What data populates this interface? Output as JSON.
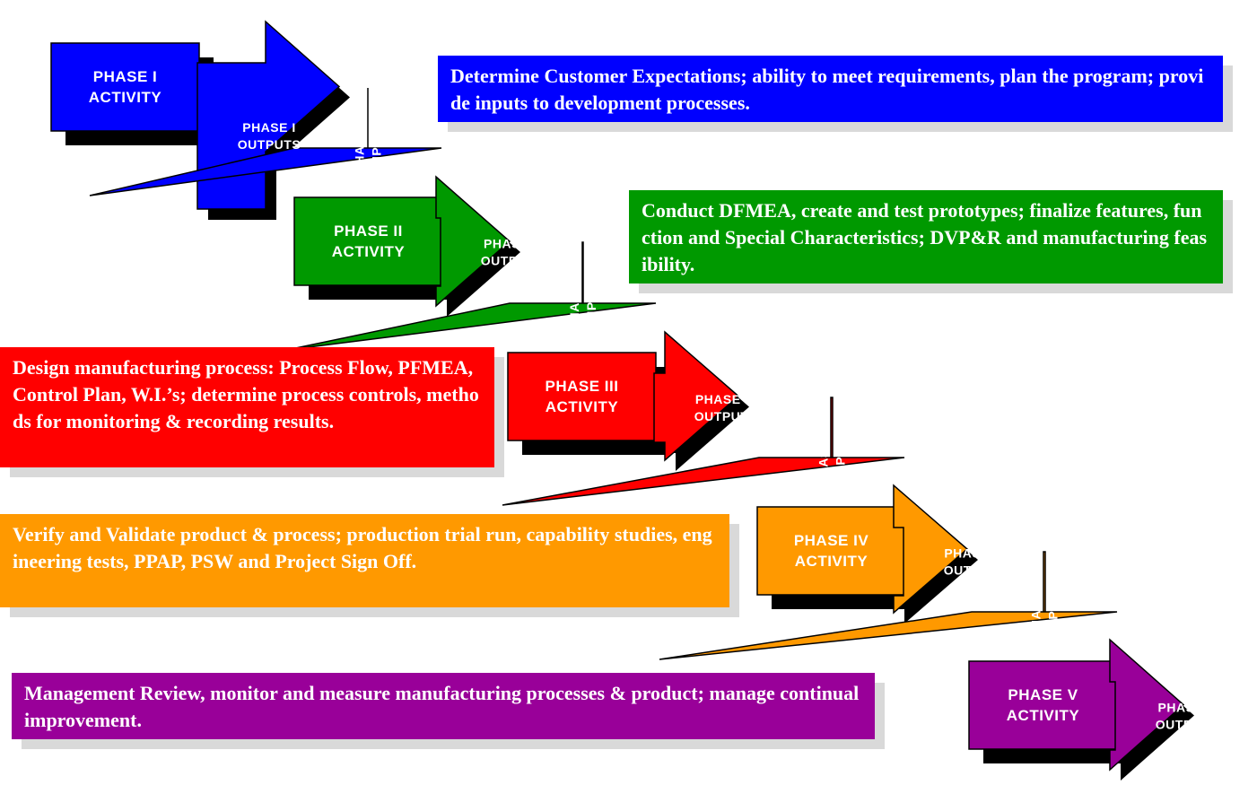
{
  "colors": {
    "phase1": "#0000ff",
    "phase2": "#009900",
    "phase3": "#ff0000",
    "phase4": "#ff9900",
    "phase5": "#990099",
    "shadow": "#000000",
    "text_shadow": "#d9d9d9"
  },
  "phases": [
    {
      "key": "phase1",
      "activity": [
        "PHASE I",
        "ACTIVITY"
      ],
      "outputs": [
        "PHASE I",
        "OUTPUTS"
      ],
      "next_inputs": [
        "PHASE II",
        "INPUTS"
      ],
      "description": "Determine Customer Expectations; ability to meet requirements, plan the program; provide inputs to development processes."
    },
    {
      "key": "phase2",
      "activity": [
        "PHASE II",
        "ACTIVITY"
      ],
      "outputs": [
        "PHASE II",
        "OUTPUTS"
      ],
      "next_inputs": [
        "PHASE III",
        "INPUTS"
      ],
      "description": "Conduct DFMEA, create and test prototypes; finalize features, function and Special Characteristics; DVP&R and manufacturing feasibility."
    },
    {
      "key": "phase3",
      "activity": [
        "PHASE III",
        "ACTIVITY"
      ],
      "outputs": [
        "PHASE III",
        "OUTPUTS"
      ],
      "next_inputs": [
        "PHASE IV",
        "INPUTS"
      ],
      "description": "Design manufacturing process: Process Flow, PFMEA, Control Plan, W.I.’s; determine process controls, methods for monitoring & recording results."
    },
    {
      "key": "phase4",
      "activity": [
        "PHASE IV",
        "ACTIVITY"
      ],
      "outputs": [
        "PHASE IV",
        "OUTPUTS"
      ],
      "next_inputs": [
        "PHASE V",
        "INPUTS"
      ],
      "description": "Verify and Validate product & process; production trial run, capability studies, engineering tests, PPAP, PSW and Project Sign Off."
    },
    {
      "key": "phase5",
      "activity": [
        "PHASE V",
        "ACTIVITY"
      ],
      "outputs": [
        "PHASE V",
        "OUTPUTS"
      ],
      "next_inputs": null,
      "description": "Management Review, monitor and measure manufacturing processes & product; manage continual improvement."
    }
  ]
}
